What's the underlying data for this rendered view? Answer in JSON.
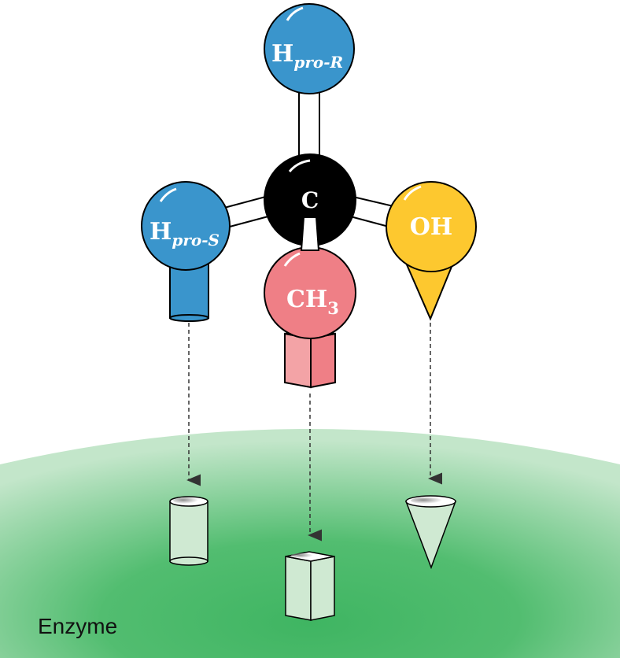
{
  "atoms": {
    "carbon": {
      "label": "C"
    },
    "h_pro_r": {
      "label_main": "H",
      "label_sub": "pro-R"
    },
    "h_pro_s": {
      "label_main": "H",
      "label_sub": "pro-S"
    },
    "ch3": {
      "label_main": "CH",
      "label_sub": "3"
    },
    "oh": {
      "label": "OH"
    }
  },
  "enzyme": {
    "label": "Enzyme"
  },
  "colors": {
    "hydrogen": "#3a95cc",
    "methyl": "#ef7f86",
    "methyl_block": "#f3a3a6",
    "hydroxyl": "#fdc82f",
    "carbon": "#000000",
    "enzyme_light": "#b7dfbf",
    "enzyme_dark": "#3fb562",
    "site_fill": "#cfe9d2"
  }
}
